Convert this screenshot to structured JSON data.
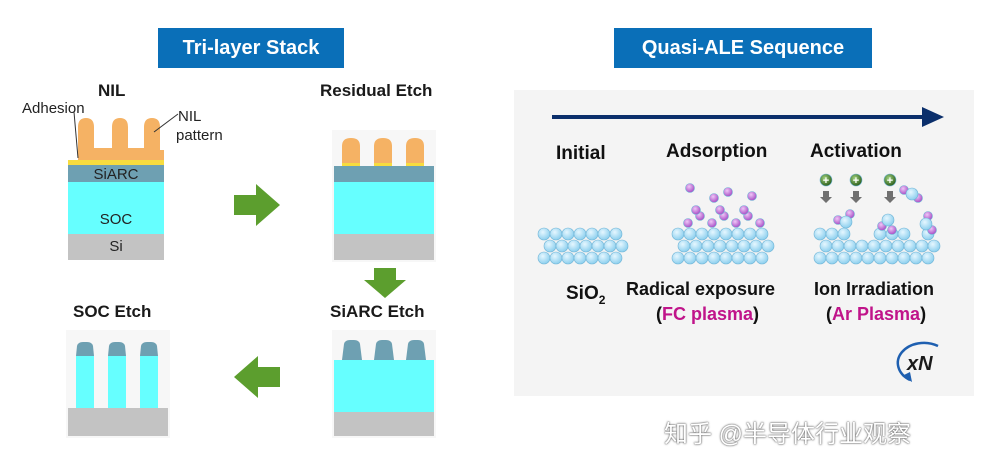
{
  "left": {
    "title": "Tri-layer Stack",
    "steps": {
      "nil": "NIL",
      "residual": "Residual Etch",
      "siarc_etch": "SiARC Etch",
      "soc_etch": "SOC Etch"
    },
    "annotations": {
      "adhesion": "Adhesion",
      "nil_pattern_1": "NIL",
      "nil_pattern_2": "pattern"
    },
    "layers": {
      "siarc": "SiARC",
      "soc": "SOC",
      "si": "Si"
    }
  },
  "right": {
    "title": "Quasi-ALE Sequence",
    "phases": {
      "initial": "Initial",
      "adsorption": "Adsorption",
      "activation": "Activation"
    },
    "captions": {
      "sio2_main": "SiO",
      "sio2_sub": "2",
      "radical": "Radical exposure",
      "fc_open": "(",
      "fc": "FC plasma",
      "fc_close": ")",
      "ion": "Ion Irradiation",
      "ar_open": "(",
      "ar": "Ar Plasma",
      "ar_close": ")"
    },
    "cycle": "xN",
    "ion_sign": "+"
  },
  "watermark": "知乎 @半导体行业观察",
  "colors": {
    "title_bg": "#0a6fb8",
    "nil_resist": "#f5b264",
    "adhesion": "#f7dc3f",
    "siarc": "#6ea0b2",
    "soc": "#66ffff",
    "si": "#c3c3c3",
    "arrow_green": "#5c9e2e",
    "timeline": "#0b2f6b",
    "atom": "#a9def7",
    "radical": "#c272d9",
    "ion": "#3f7a2b",
    "plasma_text": "#c0148a"
  }
}
